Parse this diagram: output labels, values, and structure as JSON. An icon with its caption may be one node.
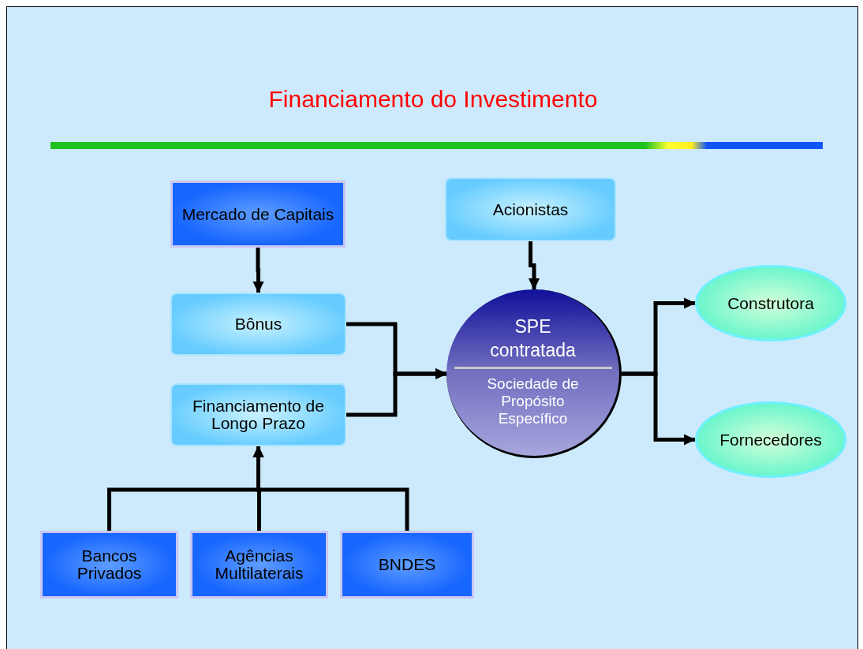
{
  "diagram": {
    "title": "Financiamento do Investimento",
    "nodes": [
      {
        "text": [
          "Mercado de Capitais"
        ]
      },
      {
        "text": [
          "Acionistas"
        ]
      },
      {
        "text": [
          "Bônus"
        ]
      },
      {
        "text": [
          "SPE contratada",
          "Sociedade de Propósito Específico"
        ]
      },
      {
        "text": [
          "Construtora"
        ]
      },
      {
        "text": [
          "Financiamento de Longo Prazo"
        ]
      },
      {
        "text": [
          "Fornecedores"
        ]
      },
      {
        "text": [
          "Bancos Privados"
        ]
      },
      {
        "text": [
          "Agências Multilaterais"
        ]
      },
      {
        "text": [
          "BNDES"
        ]
      }
    ],
    "edges": [
      {
        "from": 0,
        "to": 2,
        "arrow": "to"
      },
      {
        "from": 1,
        "to": 3,
        "arrow": "to"
      },
      {
        "from": 2,
        "to": 3,
        "arrow": "to"
      },
      {
        "from": 5,
        "to": 3,
        "arrow": "to"
      },
      {
        "from": 3,
        "to": 4,
        "arrow": "to"
      },
      {
        "from": 3,
        "to": 6,
        "arrow": "to"
      },
      {
        "from": 7,
        "to": 5,
        "arrow": "to"
      },
      {
        "from": 8,
        "to": 5,
        "arrow": "to"
      },
      {
        "from": 9,
        "to": 5,
        "arrow": "to"
      }
    ]
  }
}
